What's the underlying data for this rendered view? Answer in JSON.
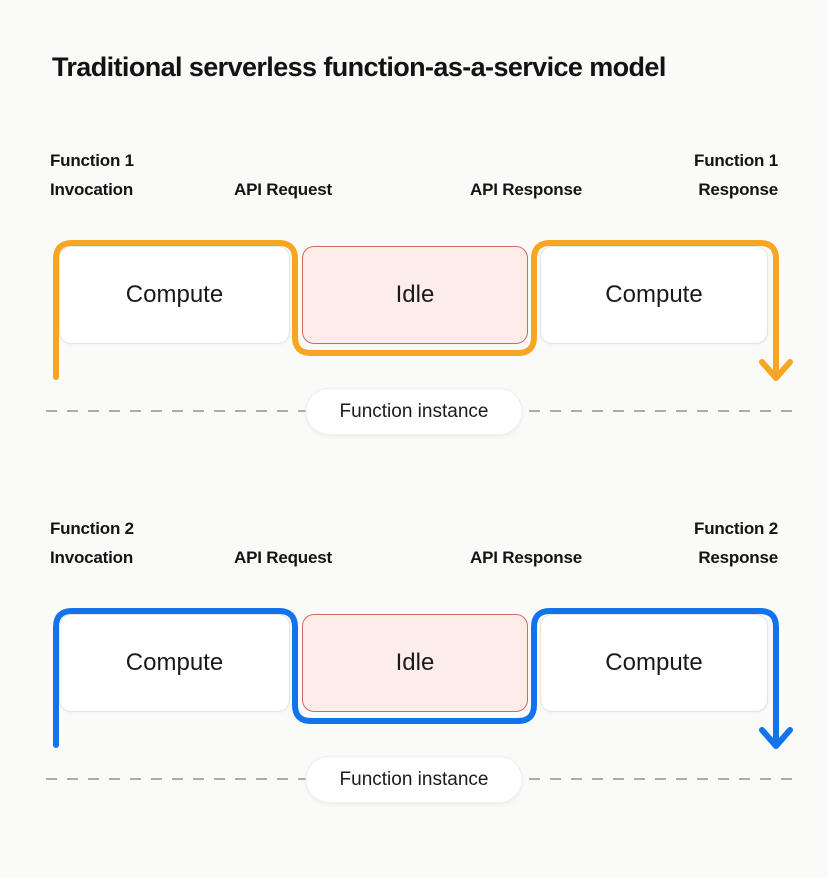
{
  "title": "Traditional serverless function-as-a-service model",
  "palette": {
    "background": "#FAFAF8",
    "text": "#151515",
    "box_fill": "#FFFFFF",
    "box_border": "#E4E4E2",
    "idle_fill": "#FCEDEA",
    "idle_border": "#D6695F",
    "dash_color": "#ABABAB",
    "function1_accent": "#F6A623",
    "function2_accent": "#1273EB"
  },
  "sections": [
    {
      "id": "function-1",
      "accent": "#F6A623",
      "labels": {
        "start_line1": "Function 1",
        "start_line2": "Invocation",
        "api_request": "API Request",
        "api_response": "API Response",
        "end_line1": "Function 1",
        "end_line2": "Response"
      },
      "boxes": [
        {
          "label": "Compute",
          "state": "compute"
        },
        {
          "label": "Idle",
          "state": "idle"
        },
        {
          "label": "Compute",
          "state": "compute"
        }
      ],
      "instance_label": "Function instance"
    },
    {
      "id": "function-2",
      "accent": "#1273EB",
      "labels": {
        "start_line1": "Function 2",
        "start_line2": "Invocation",
        "api_request": "API Request",
        "api_response": "API Response",
        "end_line1": "Function 2",
        "end_line2": "Response"
      },
      "boxes": [
        {
          "label": "Compute",
          "state": "compute"
        },
        {
          "label": "Idle",
          "state": "idle"
        },
        {
          "label": "Compute",
          "state": "compute"
        }
      ],
      "instance_label": "Function instance"
    }
  ]
}
